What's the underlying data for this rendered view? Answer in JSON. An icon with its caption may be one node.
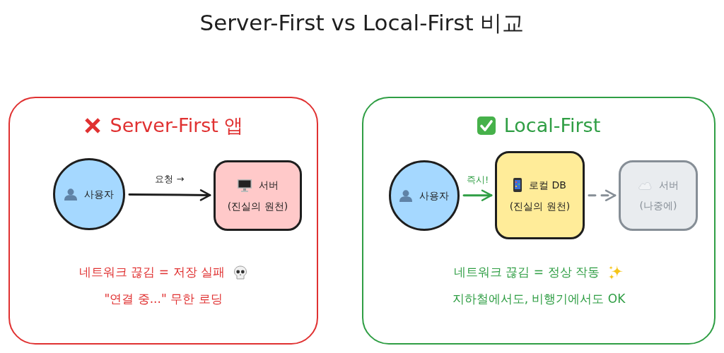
{
  "diagram": {
    "title": "Server-First vs Local-First 비교",
    "nodes": [
      {
        "text": [
          "Server-First 앱",
          "네트워크 끊김 = 저장 실패",
          "\"연결 중...\" 무한 로딩"
        ]
      },
      {
        "text": [
          "사용자"
        ],
        "in": 0
      },
      {
        "text": [
          "서버",
          "(진실의 원천)"
        ],
        "in": 0
      },
      {
        "text": [
          "Local-First",
          "네트워크 끊김 = 정상 작동",
          "지하철에서도, 비행기에서도 OK"
        ]
      },
      {
        "text": [
          "사용자"
        ],
        "in": 3
      },
      {
        "text": [
          "로컬 DB",
          "(진실의 원천)"
        ],
        "in": 3
      },
      {
        "text": [
          "서버",
          "(나중에)"
        ],
        "in": 3
      }
    ],
    "edges": [
      {
        "from": 1,
        "to": 2,
        "arrow": "to",
        "label": "요청 →"
      },
      {
        "from": 4,
        "to": 5,
        "arrow": "to",
        "label": "즉시!",
        "color": "#2f9e44"
      },
      {
        "from": 5,
        "to": 6,
        "arrow": "to",
        "style": "dashed",
        "color": "#868e96"
      }
    ]
  }
}
